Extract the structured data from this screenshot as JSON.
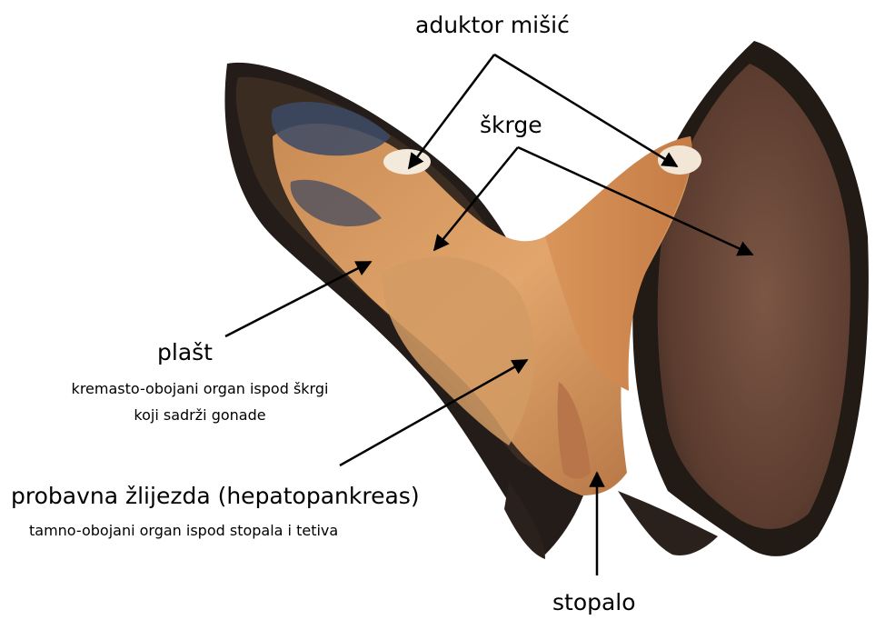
{
  "labels": {
    "adductor": "aduktor mišić",
    "gills": "škrge",
    "mantle": "plašt",
    "mantle_desc_1": "kremasto-obojani organ ispod škrgi",
    "mantle_desc_2": "koji sadrži gonade",
    "digestive": "probavna žlijezda (hepatopankreas)",
    "digestive_desc": "tamno-obojani organ ispod stopala i tetiva",
    "foot": "stopalo"
  },
  "colors": {
    "background": "#ffffff",
    "shell_dark": "#1f1a17",
    "shell_rim": "#3a302a",
    "flesh_orange": "#d08a4f",
    "flesh_light": "#e6ad74",
    "gill_brown": "#6a4a3a",
    "arrow": "#000000"
  }
}
